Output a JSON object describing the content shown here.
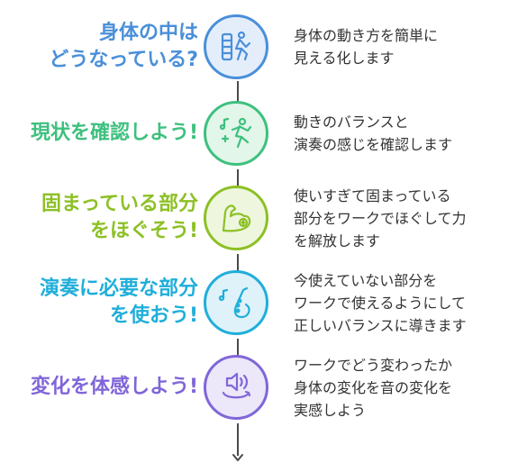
{
  "colors": {
    "step1": "#4a8fd9",
    "step2": "#3ec07e",
    "step3": "#8dc026",
    "step4": "#20aeda",
    "step5": "#8066d8"
  },
  "steps": [
    {
      "title_lines": [
        "身体の中は",
        "どうなっている?"
      ],
      "icon": "body-anatomy-icon",
      "desc_lines": [
        "身体の動き方を簡単に",
        "見える化します"
      ]
    },
    {
      "title_lines": [
        "現状を確認しよう!"
      ],
      "icon": "dancing-figure-music-icon",
      "desc_lines": [
        "動きのバランスと",
        "演奏の感じを確認します"
      ]
    },
    {
      "title_lines": [
        "固まっている部分",
        "をほぐそう!"
      ],
      "icon": "flexed-arm-icon",
      "desc_lines": [
        "使いすぎて固まっている",
        "部分をワークでほぐして力",
        "を解放します"
      ]
    },
    {
      "title_lines": [
        "演奏に必要な部分",
        "を使おう!"
      ],
      "icon": "saxophone-icon",
      "desc_lines": [
        "今使えていない部分を",
        "ワークで使えるようにして",
        "正しいバランスに導きます"
      ]
    },
    {
      "title_lines": [
        "変化を体感しよう!"
      ],
      "icon": "speaker-rotate-icon",
      "desc_lines": [
        "ワークでどう変わったか",
        "身体の変化を音の変化を",
        "実感しよう"
      ]
    }
  ]
}
